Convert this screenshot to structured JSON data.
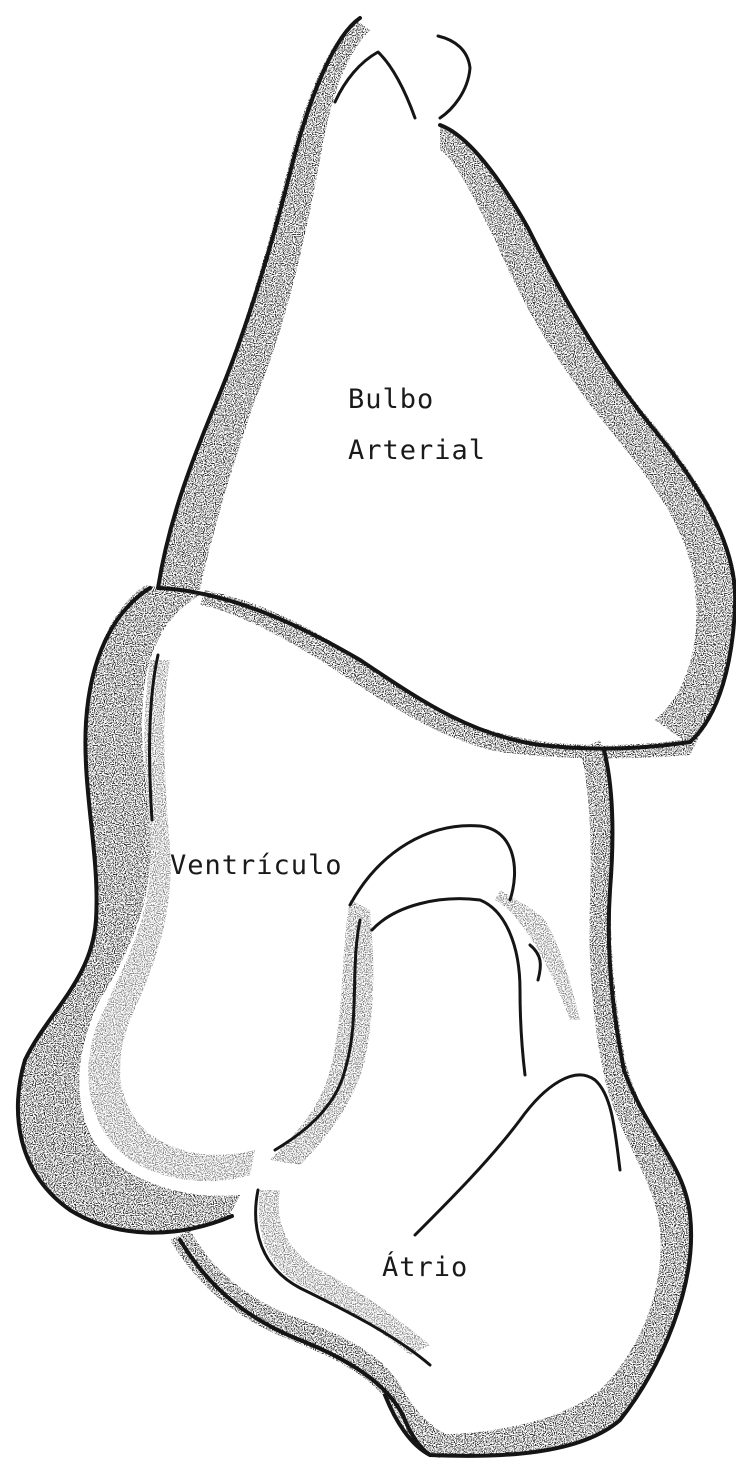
{
  "labels": {
    "bulbo_line1": "Bulbo",
    "bulbo_line2": "Arterial",
    "ventriculo": "Ventrículo",
    "atrio": "Átrio"
  },
  "colors": {
    "ink": "#151515",
    "background": "#ffffff"
  }
}
